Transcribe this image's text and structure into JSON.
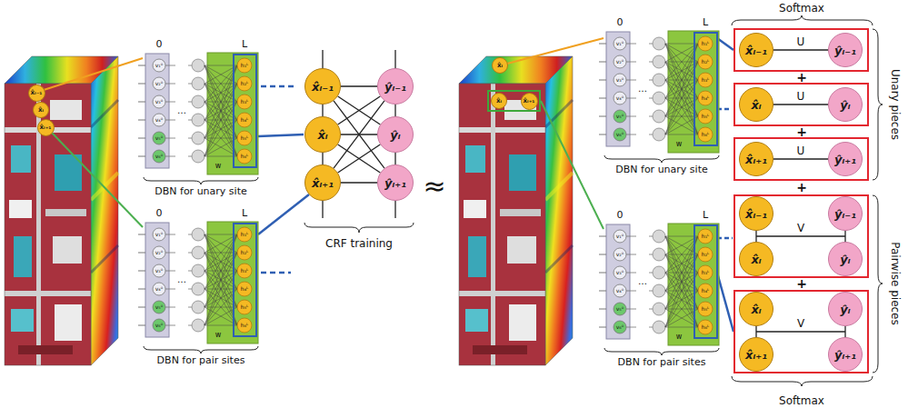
{
  "diagram": {
    "nodes": [
      {
        "text": [
          "x̂ᵢ₋₁"
        ]
      },
      {
        "text": [
          "x̂ᵢ"
        ]
      },
      {
        "text": [
          "x̂ᵢ₊₁"
        ]
      },
      {
        "text": [
          "x̂ᵢ₋₁"
        ]
      },
      {
        "text": [
          "x̂ᵢ"
        ]
      },
      {
        "text": [
          "x̂ᵢ₊₁"
        ]
      },
      {
        "text": [
          "ŷᵢ₋₁"
        ]
      },
      {
        "text": [
          "ŷᵢ"
        ]
      },
      {
        "text": [
          "ŷᵢ₊₁"
        ]
      },
      {
        "text": [
          "x̂ᵢ"
        ]
      },
      {
        "text": [
          "x̂ᵢ"
        ]
      },
      {
        "text": [
          "x̂ᵢ₊₁"
        ]
      },
      {
        "text": [
          "x̂ᵢ₋₁"
        ]
      },
      {
        "text": [
          "ŷᵢ₋₁"
        ]
      },
      {
        "text": [
          "x̂ᵢ"
        ]
      },
      {
        "text": [
          "ŷᵢ"
        ]
      },
      {
        "text": [
          "x̂ᵢ₊₁"
        ]
      },
      {
        "text": [
          "ŷᵢ₊₁"
        ]
      },
      {
        "text": [
          "x̂ᵢ₋₁"
        ]
      },
      {
        "text": [
          "x̂ᵢ"
        ]
      },
      {
        "text": [
          "ŷᵢ₋₁"
        ]
      },
      {
        "text": [
          "ŷᵢ"
        ]
      },
      {
        "text": [
          "x̂ᵢ"
        ]
      },
      {
        "text": [
          "x̂ᵢ₊₁"
        ]
      },
      {
        "text": [
          "ŷᵢ"
        ]
      },
      {
        "text": [
          "ŷᵢ₊₁"
        ]
      }
    ],
    "edges": [
      {
        "from": 3,
        "to": 6,
        "arrow": "none"
      },
      {
        "from": 3,
        "to": 7,
        "arrow": "none"
      },
      {
        "from": 3,
        "to": 8,
        "arrow": "none"
      },
      {
        "from": 4,
        "to": 6,
        "arrow": "none"
      },
      {
        "from": 4,
        "to": 7,
        "arrow": "none"
      },
      {
        "from": 4,
        "to": 8,
        "arrow": "none"
      },
      {
        "from": 5,
        "to": 6,
        "arrow": "none"
      },
      {
        "from": 5,
        "to": 7,
        "arrow": "none"
      },
      {
        "from": 5,
        "to": 8,
        "arrow": "none"
      },
      {
        "from": 3,
        "to": 4,
        "arrow": "none"
      },
      {
        "from": 4,
        "to": 5,
        "arrow": "none"
      },
      {
        "from": 6,
        "to": 7,
        "arrow": "none"
      },
      {
        "from": 7,
        "to": 8,
        "arrow": "none"
      },
      {
        "from": 12,
        "to": 13,
        "label": "U",
        "arrow": "none"
      },
      {
        "from": 14,
        "to": 15,
        "label": "U",
        "arrow": "none"
      },
      {
        "from": 16,
        "to": 17,
        "label": "U",
        "arrow": "none"
      },
      {
        "from": 18,
        "to": 19,
        "arrow": "none"
      },
      {
        "from": 20,
        "to": 21,
        "arrow": "none"
      },
      {
        "from": 22,
        "to": 23,
        "arrow": "none"
      },
      {
        "from": 24,
        "to": 25,
        "arrow": "none"
      }
    ],
    "labels": [
      "0",
      "L",
      "v₁⁰",
      "v₂⁰",
      "v₃⁰",
      "v₄⁰",
      "v₅⁰",
      "v₆⁰",
      "…",
      "h₁ᴸ",
      "h₂ᴸ",
      "h₃ᴸ",
      "h₄ᴸ",
      "h₅ᴸ",
      "h₆ᴸ",
      "w",
      "DBN for unary site",
      "0",
      "L",
      "v₁⁰",
      "v₂⁰",
      "v₃⁰",
      "v₄⁰",
      "v₅⁰",
      "v₆⁰",
      "…",
      "h₁ᴸ",
      "h₂ᴸ",
      "h₃ᴸ",
      "h₄ᴸ",
      "h₅ᴸ",
      "h₆ᴸ",
      "w",
      "DBN for pair sites",
      "CRF training",
      "≈",
      "0",
      "L",
      "v₁⁰",
      "v₂⁰",
      "v₃⁰",
      "v₄⁰",
      "v₅⁰",
      "v₆⁰",
      "…",
      "h₁ᴸ",
      "h₂ᴸ",
      "h₃ᴸ",
      "h₄ᴸ",
      "h₅ᴸ",
      "h₆ᴸ",
      "w",
      "DBN for unary site",
      "0",
      "L",
      "v₁⁰",
      "v₂⁰",
      "v₃⁰",
      "v₄⁰",
      "v₅⁰",
      "v₆⁰",
      "…",
      "h₁ᴸ",
      "h₂ᴸ",
      "h₃ᴸ",
      "h₄ᴸ",
      "h₅ᴸ",
      "h₆ᴸ",
      "w",
      "DBN for pair sites",
      "Softmax",
      "+",
      "+",
      "+",
      "Unary pieces",
      "V",
      "+",
      "V",
      "Pairwise pieces",
      "Softmax"
    ]
  }
}
